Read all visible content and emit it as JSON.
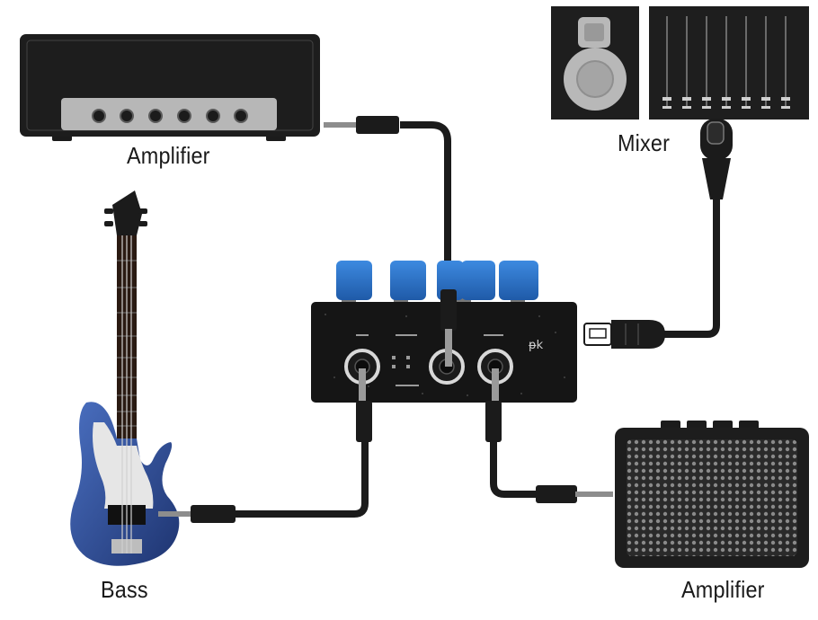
{
  "labels": {
    "amp_top": "Amplifier",
    "mixer": "Mixer",
    "bass": "Bass",
    "amp_bottom": "Amplifier"
  },
  "colors": {
    "cable": "#1b1b1b",
    "knob": "#2f76c8",
    "amp_grey": "#b3b3b3",
    "bass_body": "#2e4f9a",
    "pedal": "#151515"
  },
  "pedal": {
    "logo": "ᵽk"
  }
}
